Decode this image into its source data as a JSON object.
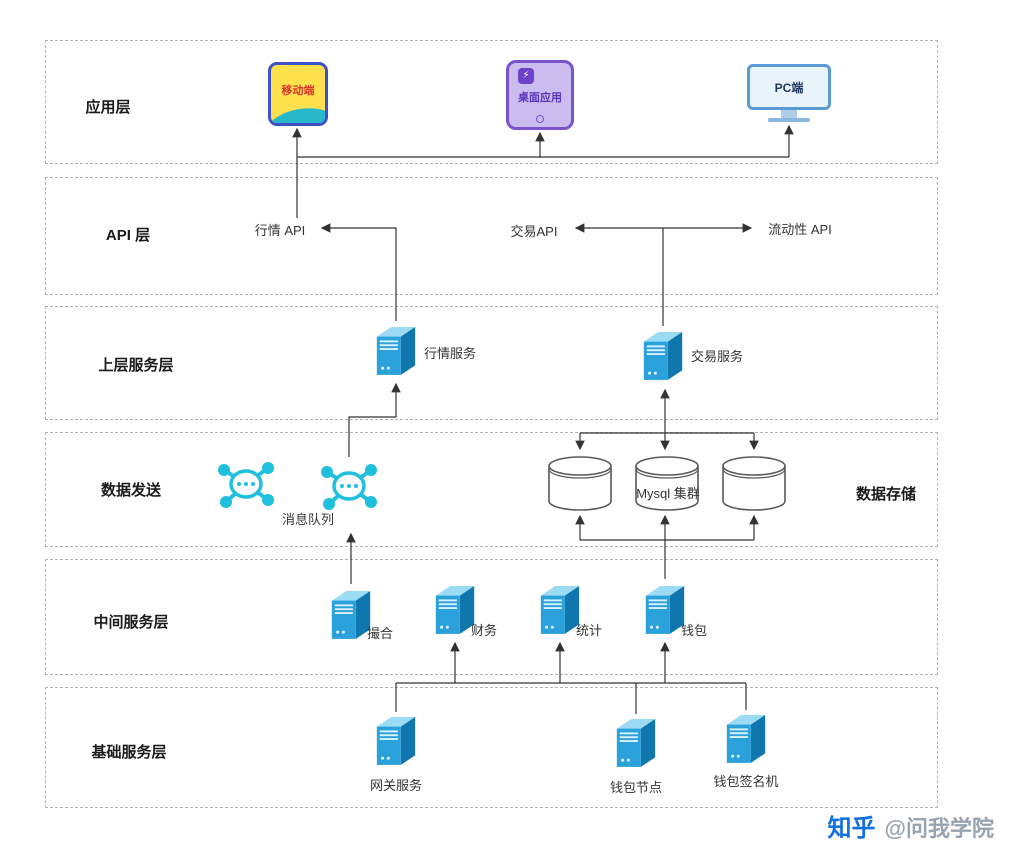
{
  "layers": {
    "app": {
      "label": "应用层"
    },
    "api": {
      "label": "API 层"
    },
    "upper": {
      "label": "上层服务层"
    },
    "data_send": {
      "label": "数据发送"
    },
    "data_store": {
      "label": "数据存储"
    },
    "middle": {
      "label": "中间服务层"
    },
    "base": {
      "label": "基础服务层"
    }
  },
  "apps": {
    "mobile": "移动端",
    "desktop": "桌面应用",
    "pc": "PC端"
  },
  "apis": {
    "market": "行情 API",
    "trade": "交易API",
    "liquidity": "流动性 API"
  },
  "upper_services": {
    "market": "行情服务",
    "trade": "交易服务"
  },
  "message_queue": {
    "label": "消息队列"
  },
  "database": {
    "label": "Mysql 集群"
  },
  "middle_services": {
    "matching": "撮合",
    "finance": "财务",
    "stats": "统计",
    "wallet": "钱包"
  },
  "base_services": {
    "gateway": "网关服务",
    "wallet_node": "钱包节点",
    "wallet_signer": "钱包签名机"
  },
  "watermark": {
    "brand": "知乎",
    "handle": "@问我学院"
  },
  "glyphs": {
    "desktop_bolt": "⚡"
  },
  "colors": {
    "server_blue": "#2ba1dc",
    "queue_cyan": "#1fc0de",
    "mobile_border": "#3f51c9",
    "desktop_purple": "#7a52cc",
    "pc_blue": "#5b9bd5",
    "watermark_blue": "#0f6fde",
    "line": "#333333"
  }
}
